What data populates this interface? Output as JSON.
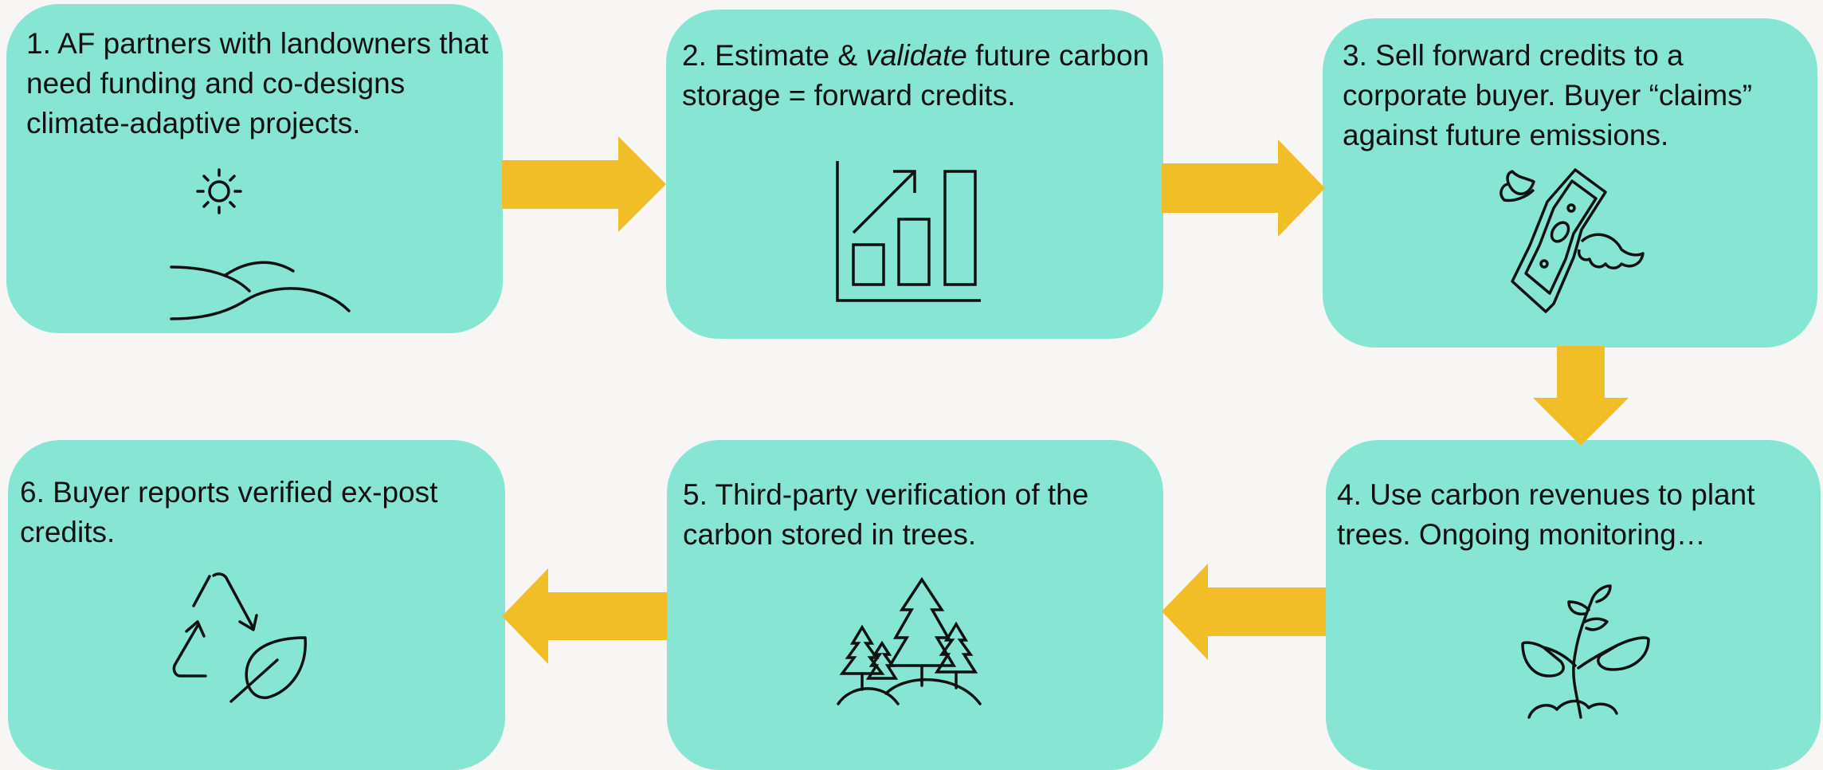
{
  "colors": {
    "background": "#f7f6f4",
    "box_fill": "#86e6d3",
    "arrow_fill": "#f1be27",
    "text": "#111111"
  },
  "steps": [
    {
      "pre": "1. AF partners with landowners that need funding and co-designs climate-adaptive projects.",
      "em": "",
      "post": "",
      "icon": "sun-over-hills-icon"
    },
    {
      "pre": "2. Estimate & ",
      "em": "validate",
      "post": " future carbon storage = forward credits.",
      "icon": "bar-chart-growth-icon"
    },
    {
      "pre": "3. Sell forward credits to a corporate buyer. Buyer “claims” against future emissions.",
      "em": "",
      "post": "",
      "icon": "flying-money-icon"
    },
    {
      "pre": "4. Use carbon revenues to plant trees. Ongoing monitoring…",
      "em": "",
      "post": "",
      "icon": "seedling-icon"
    },
    {
      "pre": "5. Third-party verification of the carbon stored in trees.",
      "em": "",
      "post": "",
      "icon": "forest-trees-icon"
    },
    {
      "pre": "6. Buyer reports verified ex-post credits.",
      "em": "",
      "post": "",
      "icon": "recycle-leaf-icon"
    }
  ],
  "arrows": [
    "arrow-right",
    "arrow-right",
    "arrow-down",
    "arrow-left",
    "arrow-left"
  ]
}
